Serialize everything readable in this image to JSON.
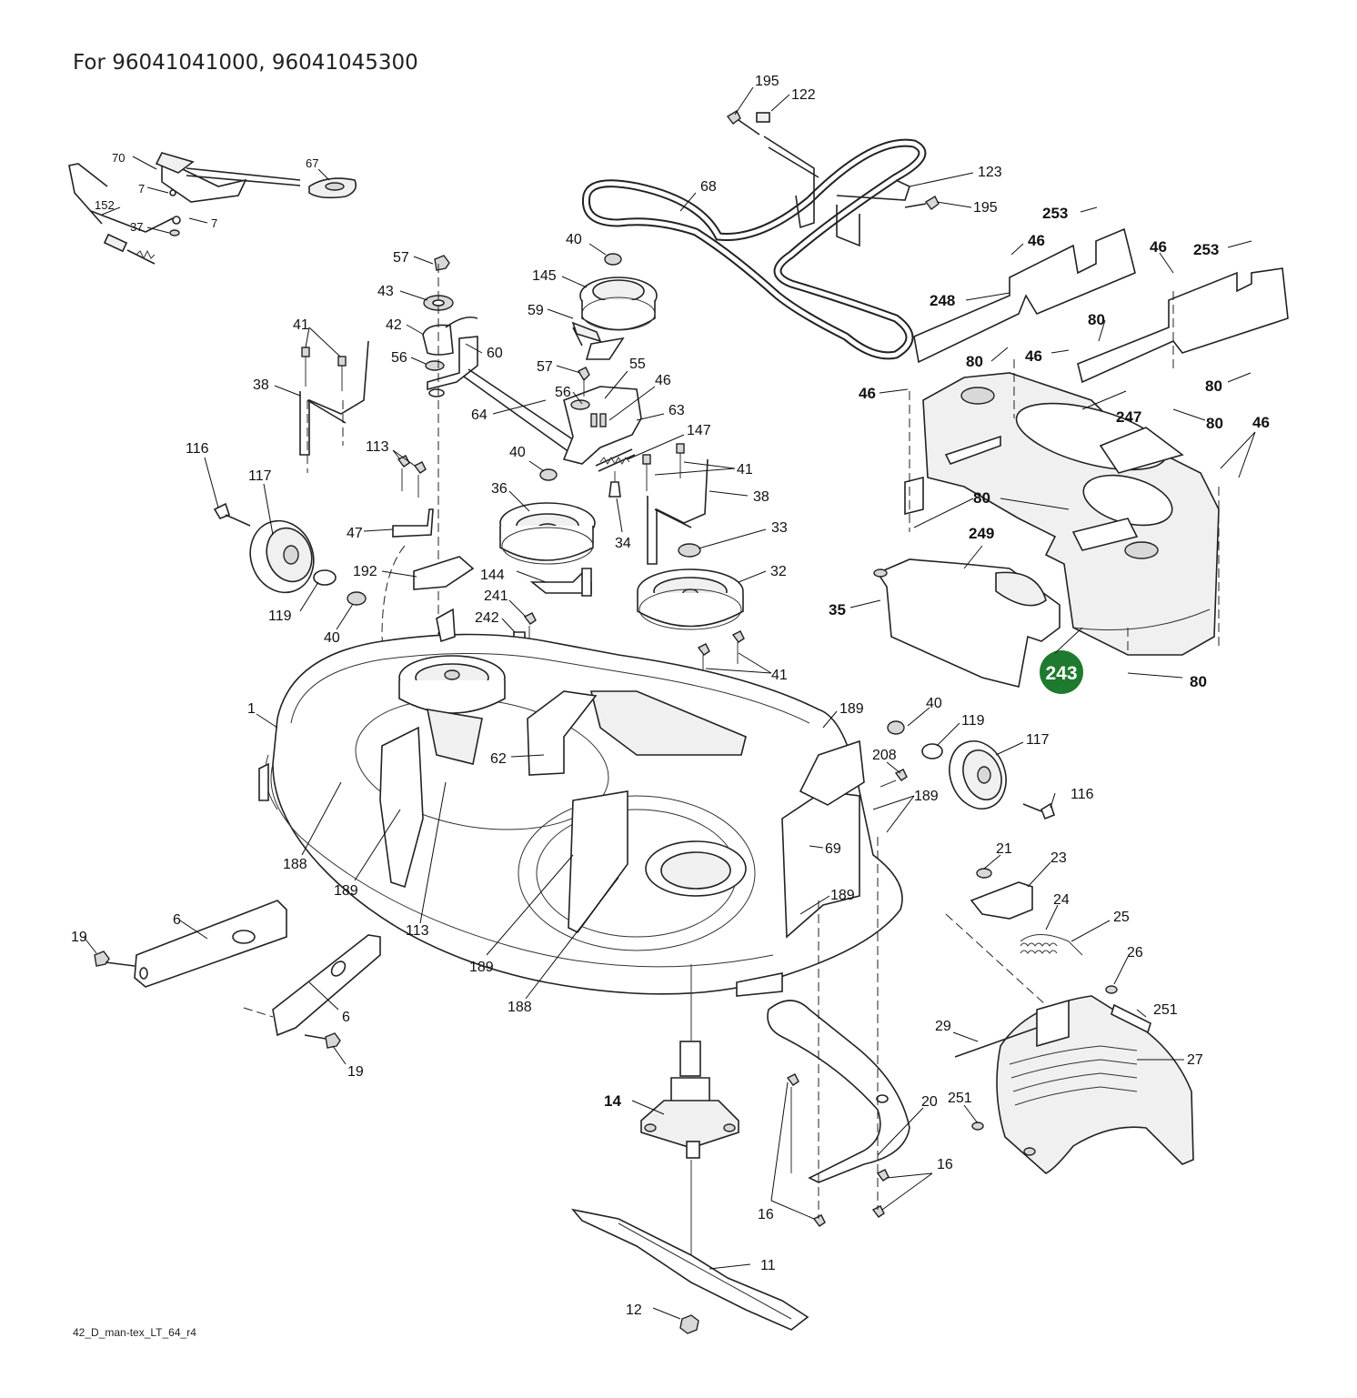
{
  "header": {
    "title": "For 96041041000, 96041045300"
  },
  "footer": {
    "drawing_code": "42_D_man-tex_LT_64_r4"
  },
  "highlight": {
    "label": "243",
    "color": "#1e7a2e"
  },
  "callouts": {
    "c195a": "195",
    "c122": "122",
    "c123": "123",
    "c195b": "195",
    "c68": "68",
    "c70": "70",
    "c67": "67",
    "c7a": "7",
    "c7b": "7",
    "c152": "152",
    "c37": "37",
    "c57a": "57",
    "c43": "43",
    "c42": "42",
    "c56a": "56",
    "c60": "60",
    "c41a": "41",
    "c38a": "38",
    "c40a": "40",
    "c145": "145",
    "c59": "59",
    "c57b": "57",
    "c55": "55",
    "c56b": "56",
    "c46a": "46",
    "c64": "64",
    "c63": "63",
    "c147": "147",
    "c41b": "41",
    "c38b": "38",
    "c116a": "116",
    "c117a": "117",
    "c113a": "113",
    "c47": "47",
    "c192": "192",
    "c119a": "119",
    "c40b": "40",
    "c40c": "40",
    "c36": "36",
    "c34": "34",
    "c33": "33",
    "c144": "144",
    "c32": "32",
    "c241": "241",
    "c242": "242",
    "c41c": "41",
    "c253a": "253",
    "c46b": "46",
    "c46c": "46",
    "c253b": "253",
    "c248": "248",
    "c80a": "80",
    "c80b": "80",
    "c46d": "46",
    "c46e": "46",
    "c80c": "80",
    "c247": "247",
    "c80d": "80",
    "c46f": "46",
    "c80e": "80",
    "c249": "249",
    "c35": "35",
    "c80f": "80",
    "c1": "1",
    "c62": "62",
    "c189a": "189",
    "c40d": "40",
    "c119b": "119",
    "c117b": "117",
    "c208": "208",
    "c189b": "189",
    "c116b": "116",
    "c69": "69",
    "c189c": "189",
    "c188a": "188",
    "c189d": "189",
    "c113b": "113",
    "c189e": "189",
    "c188b": "188",
    "c19a": "19",
    "c6a": "6",
    "c6b": "6",
    "c19b": "19",
    "c21": "21",
    "c23": "23",
    "c24": "24",
    "c25": "25",
    "c26": "26",
    "c251a": "251",
    "c29": "29",
    "c27": "27",
    "c251b": "251",
    "c20": "20",
    "c16a": "16",
    "c16b": "16",
    "c14": "14",
    "c11": "11",
    "c12": "12"
  }
}
